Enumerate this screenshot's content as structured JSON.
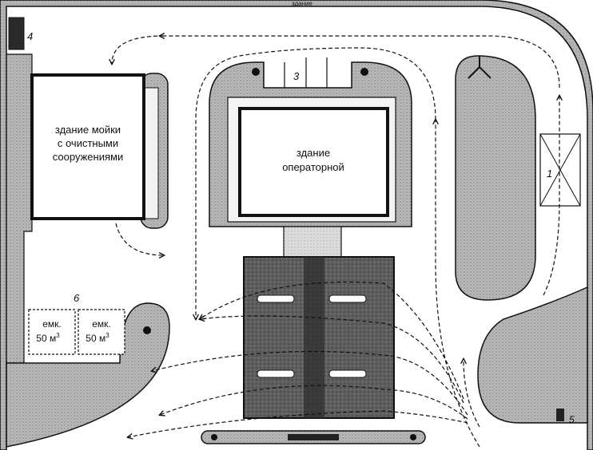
{
  "header_code": "здание",
  "buildings": {
    "wash_line1": "здание мойки",
    "wash_line2": "с очистными",
    "wash_line3": "сооружениями",
    "operator_line1": "здание",
    "operator_line2": "операторной"
  },
  "tanks": [
    {
      "line1": "емк.",
      "line2": "50 м",
      "sup": "3"
    },
    {
      "line1": "емк.",
      "line2": "50 м",
      "sup": "3"
    }
  ],
  "markers": {
    "m1": "1",
    "m3": "3",
    "m4": "4",
    "m5": "5",
    "m6": "6"
  },
  "colors": {
    "outline": "#111111",
    "island_fill": "#9a9a9a",
    "pad_fill": "#5a5a5a",
    "walkway_fill": "#cfcfcf",
    "building_fill": "#ffffff"
  }
}
